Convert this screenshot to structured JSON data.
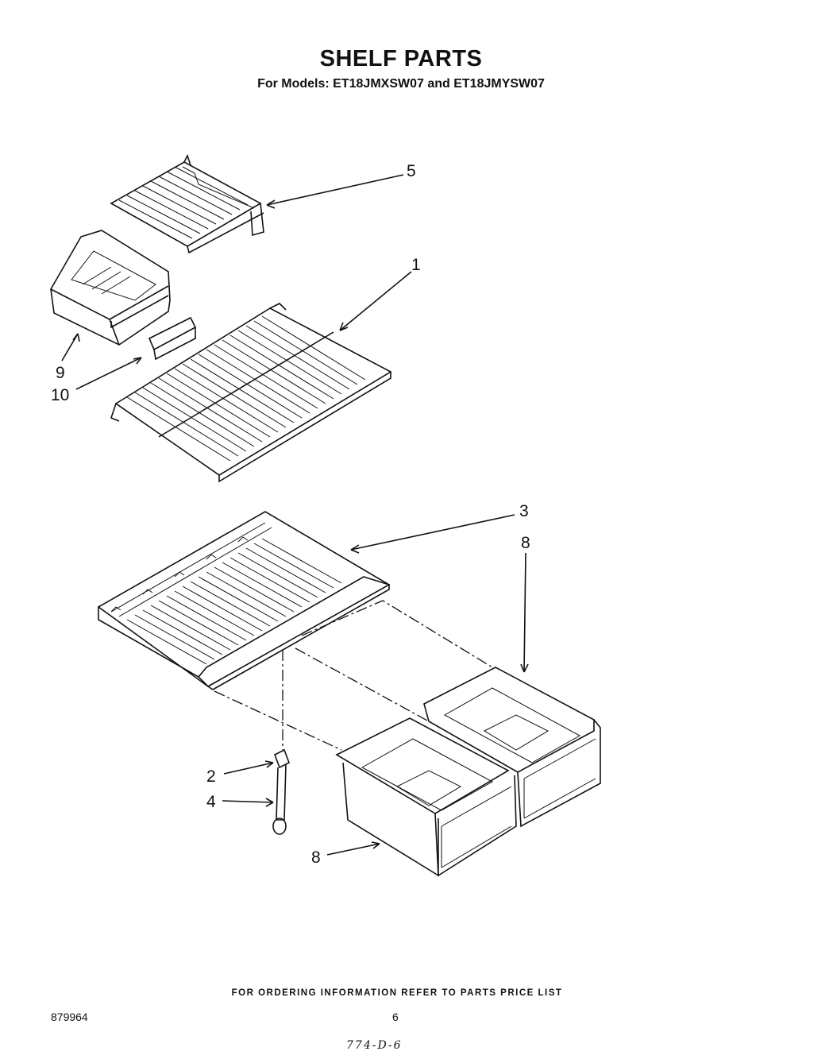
{
  "header": {
    "title": "SHELF PARTS",
    "subtitle": "For Models: ET18JMXSW07 and ET18JMYSW07"
  },
  "callouts": [
    {
      "id": "c5",
      "label": "5"
    },
    {
      "id": "c1",
      "label": "1"
    },
    {
      "id": "c9",
      "label": "9"
    },
    {
      "id": "c10",
      "label": "10"
    },
    {
      "id": "c3",
      "label": "3"
    },
    {
      "id": "c8a",
      "label": "8"
    },
    {
      "id": "c2",
      "label": "2"
    },
    {
      "id": "c4",
      "label": "4"
    },
    {
      "id": "c8b",
      "label": "8"
    }
  ],
  "footer": {
    "ordering_note": "FOR ORDERING INFORMATION REFER TO PARTS PRICE LIST",
    "doc_number": "879964",
    "page_number": "6",
    "handwritten_note": "774-D-6"
  }
}
